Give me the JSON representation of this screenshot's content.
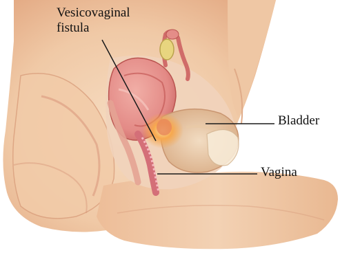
{
  "labels": {
    "fistula_line1": "Vesicovaginal",
    "fistula_line2": "fistula",
    "bladder": "Bladder",
    "vagina": "Vagina"
  },
  "colors": {
    "skin": "#f3cfae",
    "skin_shadow": "#d9997a",
    "uterus": "#e58f8a",
    "uterus_dark": "#c5605f",
    "bladder_wall": "#e6c29c",
    "fistula_glow": "#f6a04a",
    "leader_line": "#1a1a1a"
  }
}
